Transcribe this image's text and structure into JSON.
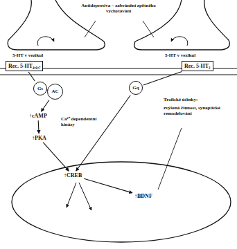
{
  "diagram": {
    "nodes": [
      {
        "text": [
          "Rec. 5-HT₄,₆,₇"
        ]
      },
      {
        "text": [
          "Rec. 5-HT₂"
        ]
      },
      {
        "text": [
          "Gs"
        ]
      },
      {
        "text": [
          "AC"
        ]
      },
      {
        "text": [
          "Gq"
        ]
      },
      {
        "text": [
          "↑cAMP"
        ]
      },
      {
        "text": [
          "↑PKA"
        ]
      },
      {
        "text": [
          "↑CREB"
        ]
      },
      {
        "text": [
          "↑BDNF"
        ]
      }
    ],
    "edges": [
      {
        "from": 0,
        "to": 2,
        "arrow": "none"
      },
      {
        "from": 1,
        "to": 4,
        "arrow": "none"
      },
      {
        "from": 2,
        "to": 3,
        "arrow": "none"
      },
      {
        "from": 3,
        "to": 5,
        "arrow": "to"
      },
      {
        "from": 5,
        "to": 6,
        "arrow": "to"
      },
      {
        "from": 6,
        "to": 7,
        "arrow": "to"
      },
      {
        "from": 4,
        "to": 7,
        "arrow": "to"
      },
      {
        "from": 7,
        "to": 8,
        "arrow": "to"
      }
    ],
    "labels": [
      "Antidepresiva – zabránění zpětného vychytávání",
      "5-HT v vezikul",
      "5-HT v vezikul",
      "Ca²⁺ dependentní kinázy",
      "Trofické účinky:",
      "zvýšená činnost, synaptické remodelování"
    ]
  }
}
